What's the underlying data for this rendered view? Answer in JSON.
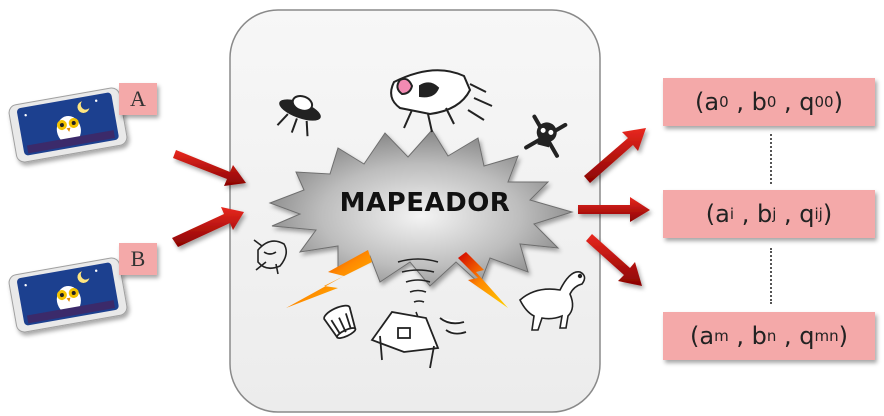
{
  "diagram": {
    "inputs": [
      {
        "label": "A",
        "icon": "owl-card-icon"
      },
      {
        "label": "B",
        "icon": "owl-card-icon"
      }
    ],
    "mapper_label": "MAPEADOR",
    "outputs": [
      {
        "a": "a",
        "a_sub": "0",
        "b": "b",
        "b_sub": "0",
        "q": "q",
        "q_sub": "00"
      },
      {
        "a": "a",
        "a_sub": "i",
        "b": "b",
        "b_sub": "j",
        "q": "q",
        "q_sub": "ij"
      },
      {
        "a": "a",
        "a_sub": "m",
        "b": "b",
        "b_sub": "n",
        "q": "q",
        "q_sub": "mn"
      }
    ],
    "colors": {
      "arrow": "#c40c0c",
      "label_fill": "#f4a9a9",
      "burst": "#9a9a9a",
      "lightning": "#f6a800",
      "card_blue": "#1d3f8f"
    },
    "decorations": [
      "ufo-icon",
      "cow-icon",
      "skull-crossbones-icon",
      "lightning-icon",
      "tornado-icon",
      "house-icon",
      "dinosaur-icon",
      "bucket-icon",
      "fish-icon"
    ]
  }
}
